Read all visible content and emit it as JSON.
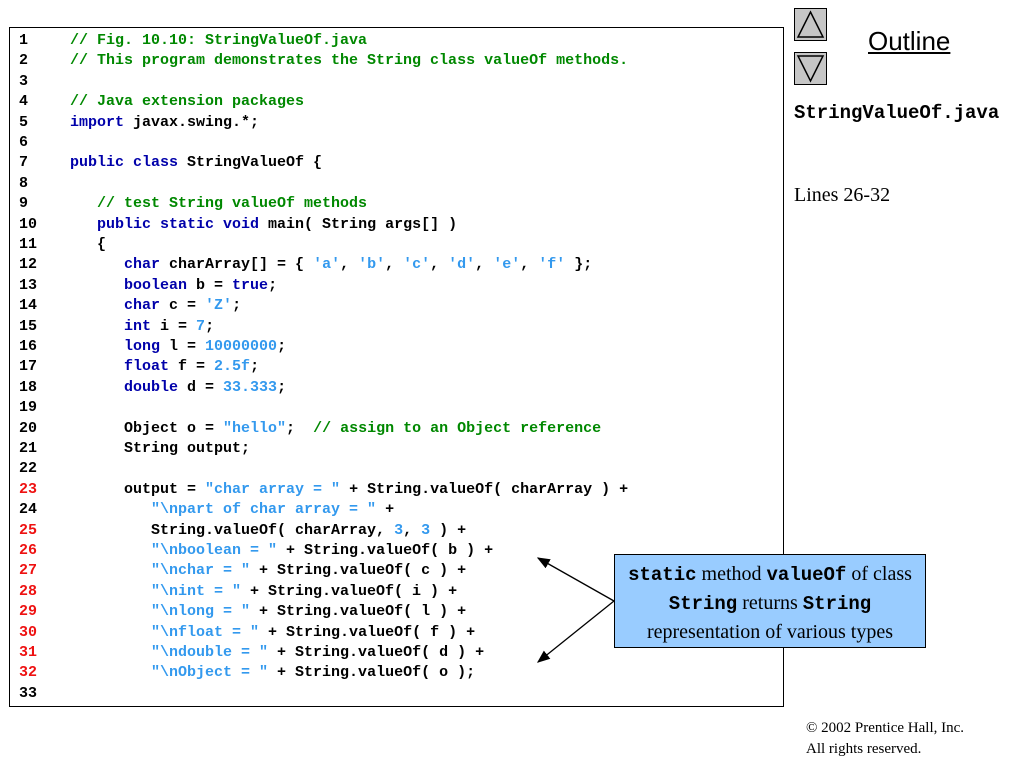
{
  "nav": {
    "up_icon": "triangle-up-icon",
    "down_icon": "triangle-down-icon"
  },
  "outline_title": "Outline",
  "file_name": "StringValueOf.java",
  "lines_label": "Lines 26-32",
  "callout": {
    "kw_static": "static",
    "t1": " method ",
    "kw_valueOf": "valueOf",
    "t2": " of class ",
    "kw_String1": "String",
    "t3": " returns ",
    "kw_String2": "String",
    "t4": " representation of various types"
  },
  "copyright": {
    "line1": "© 2002 Prentice Hall, Inc.",
    "line2": "All rights reserved."
  },
  "code_lines": [
    {
      "num": "1",
      "highlight": false,
      "tokens": [
        {
          "t": "// Fig. 10.10: StringValueOf.java",
          "c": "comment"
        }
      ]
    },
    {
      "num": "2",
      "highlight": false,
      "tokens": [
        {
          "t": "// This program demonstrates the String class valueOf methods.",
          "c": "comment"
        }
      ]
    },
    {
      "num": "3",
      "highlight": false,
      "tokens": []
    },
    {
      "num": "4",
      "highlight": false,
      "tokens": [
        {
          "t": "// Java extension packages",
          "c": "comment"
        }
      ]
    },
    {
      "num": "5",
      "highlight": false,
      "tokens": [
        {
          "t": "import",
          "c": "kw"
        },
        {
          "t": " javax.swing.*;",
          "c": "plain"
        }
      ]
    },
    {
      "num": "6",
      "highlight": false,
      "tokens": []
    },
    {
      "num": "7",
      "highlight": false,
      "tokens": [
        {
          "t": "public class",
          "c": "kw"
        },
        {
          "t": " StringValueOf {",
          "c": "plain"
        }
      ]
    },
    {
      "num": "8",
      "highlight": false,
      "tokens": []
    },
    {
      "num": "9",
      "highlight": false,
      "tokens": [
        {
          "t": "   // test String valueOf methods",
          "c": "comment"
        }
      ]
    },
    {
      "num": "10",
      "highlight": false,
      "tokens": [
        {
          "t": "   ",
          "c": "plain"
        },
        {
          "t": "public static void",
          "c": "kw"
        },
        {
          "t": " main( String args[] )",
          "c": "plain"
        }
      ]
    },
    {
      "num": "11",
      "highlight": false,
      "tokens": [
        {
          "t": "   {",
          "c": "plain"
        }
      ]
    },
    {
      "num": "12",
      "highlight": false,
      "tokens": [
        {
          "t": "      ",
          "c": "plain"
        },
        {
          "t": "char",
          "c": "kw"
        },
        {
          "t": " charArray[] = { ",
          "c": "plain"
        },
        {
          "t": "'a'",
          "c": "str"
        },
        {
          "t": ", ",
          "c": "plain"
        },
        {
          "t": "'b'",
          "c": "str"
        },
        {
          "t": ", ",
          "c": "plain"
        },
        {
          "t": "'c'",
          "c": "str"
        },
        {
          "t": ", ",
          "c": "plain"
        },
        {
          "t": "'d'",
          "c": "str"
        },
        {
          "t": ", ",
          "c": "plain"
        },
        {
          "t": "'e'",
          "c": "str"
        },
        {
          "t": ", ",
          "c": "plain"
        },
        {
          "t": "'f'",
          "c": "str"
        },
        {
          "t": " };",
          "c": "plain"
        }
      ]
    },
    {
      "num": "13",
      "highlight": false,
      "tokens": [
        {
          "t": "      ",
          "c": "plain"
        },
        {
          "t": "boolean",
          "c": "kw"
        },
        {
          "t": " b = ",
          "c": "plain"
        },
        {
          "t": "true",
          "c": "kw"
        },
        {
          "t": ";",
          "c": "plain"
        }
      ]
    },
    {
      "num": "14",
      "highlight": false,
      "tokens": [
        {
          "t": "      ",
          "c": "plain"
        },
        {
          "t": "char",
          "c": "kw"
        },
        {
          "t": " c = ",
          "c": "plain"
        },
        {
          "t": "'Z'",
          "c": "str"
        },
        {
          "t": ";",
          "c": "plain"
        }
      ]
    },
    {
      "num": "15",
      "highlight": false,
      "tokens": [
        {
          "t": "      ",
          "c": "plain"
        },
        {
          "t": "int",
          "c": "kw"
        },
        {
          "t": " i = ",
          "c": "plain"
        },
        {
          "t": "7",
          "c": "num"
        },
        {
          "t": ";",
          "c": "plain"
        }
      ]
    },
    {
      "num": "16",
      "highlight": false,
      "tokens": [
        {
          "t": "      ",
          "c": "plain"
        },
        {
          "t": "long",
          "c": "kw"
        },
        {
          "t": " l = ",
          "c": "plain"
        },
        {
          "t": "10000000",
          "c": "num"
        },
        {
          "t": ";",
          "c": "plain"
        }
      ]
    },
    {
      "num": "17",
      "highlight": false,
      "tokens": [
        {
          "t": "      ",
          "c": "plain"
        },
        {
          "t": "float",
          "c": "kw"
        },
        {
          "t": " f = ",
          "c": "plain"
        },
        {
          "t": "2.5f",
          "c": "num"
        },
        {
          "t": ";",
          "c": "plain"
        }
      ]
    },
    {
      "num": "18",
      "highlight": false,
      "tokens": [
        {
          "t": "      ",
          "c": "plain"
        },
        {
          "t": "double",
          "c": "kw"
        },
        {
          "t": " d = ",
          "c": "plain"
        },
        {
          "t": "33.333",
          "c": "num"
        },
        {
          "t": ";",
          "c": "plain"
        }
      ]
    },
    {
      "num": "19",
      "highlight": false,
      "tokens": []
    },
    {
      "num": "20",
      "highlight": false,
      "tokens": [
        {
          "t": "      Object o = ",
          "c": "plain"
        },
        {
          "t": "\"hello\"",
          "c": "str"
        },
        {
          "t": ";  ",
          "c": "plain"
        },
        {
          "t": "// assign to an Object reference",
          "c": "comment"
        }
      ]
    },
    {
      "num": "21",
      "highlight": false,
      "tokens": [
        {
          "t": "      String output;",
          "c": "plain"
        }
      ]
    },
    {
      "num": "22",
      "highlight": false,
      "tokens": []
    },
    {
      "num": "23",
      "highlight": true,
      "tokens": [
        {
          "t": "      output = ",
          "c": "plain"
        },
        {
          "t": "\"char array = \"",
          "c": "str"
        },
        {
          "t": " + String.valueOf( charArray ) +",
          "c": "plain"
        }
      ]
    },
    {
      "num": "24",
      "highlight": false,
      "tokens": [
        {
          "t": "         ",
          "c": "plain"
        },
        {
          "t": "\"\\npart of char array = \"",
          "c": "str"
        },
        {
          "t": " +",
          "c": "plain"
        }
      ]
    },
    {
      "num": "25",
      "highlight": true,
      "tokens": [
        {
          "t": "         String.valueOf( charArray, ",
          "c": "plain"
        },
        {
          "t": "3",
          "c": "num"
        },
        {
          "t": ", ",
          "c": "plain"
        },
        {
          "t": "3",
          "c": "num"
        },
        {
          "t": " ) +",
          "c": "plain"
        }
      ]
    },
    {
      "num": "26",
      "highlight": true,
      "tokens": [
        {
          "t": "         ",
          "c": "plain"
        },
        {
          "t": "\"\\nboolean = \"",
          "c": "str"
        },
        {
          "t": " + String.valueOf( b ) +",
          "c": "plain"
        }
      ]
    },
    {
      "num": "27",
      "highlight": true,
      "tokens": [
        {
          "t": "         ",
          "c": "plain"
        },
        {
          "t": "\"\\nchar = \"",
          "c": "str"
        },
        {
          "t": " + String.valueOf( c ) +",
          "c": "plain"
        }
      ]
    },
    {
      "num": "28",
      "highlight": true,
      "tokens": [
        {
          "t": "         ",
          "c": "plain"
        },
        {
          "t": "\"\\nint = \"",
          "c": "str"
        },
        {
          "t": " + String.valueOf( i ) +",
          "c": "plain"
        }
      ]
    },
    {
      "num": "29",
      "highlight": true,
      "tokens": [
        {
          "t": "         ",
          "c": "plain"
        },
        {
          "t": "\"\\nlong = \"",
          "c": "str"
        },
        {
          "t": " + String.valueOf( l ) +",
          "c": "plain"
        }
      ]
    },
    {
      "num": "30",
      "highlight": true,
      "tokens": [
        {
          "t": "         ",
          "c": "plain"
        },
        {
          "t": "\"\\nfloat = \"",
          "c": "str"
        },
        {
          "t": " + String.valueOf( f ) +",
          "c": "plain"
        }
      ]
    },
    {
      "num": "31",
      "highlight": true,
      "tokens": [
        {
          "t": "         ",
          "c": "plain"
        },
        {
          "t": "\"\\ndouble = \"",
          "c": "str"
        },
        {
          "t": " + String.valueOf( d ) +",
          "c": "plain"
        }
      ]
    },
    {
      "num": "32",
      "highlight": true,
      "tokens": [
        {
          "t": "         ",
          "c": "plain"
        },
        {
          "t": "\"\\nObject = \"",
          "c": "str"
        },
        {
          "t": " + String.valueOf( o );",
          "c": "plain"
        }
      ]
    },
    {
      "num": "33",
      "highlight": false,
      "tokens": []
    }
  ]
}
